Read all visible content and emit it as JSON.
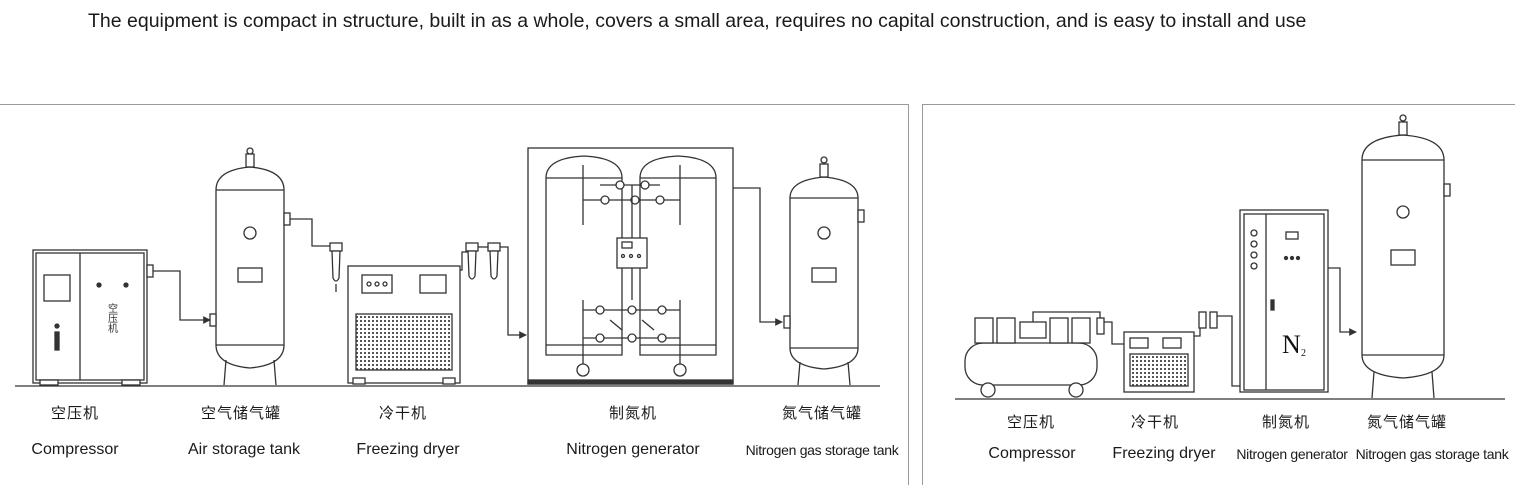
{
  "headline": "The equipment is compact in structure, built in as a whole, covers a small  area, requires no capital construction, and is easy to install and use",
  "left_panel": {
    "labels": [
      {
        "cn": "空压机",
        "en": "Compressor"
      },
      {
        "cn": "空气储气罐",
        "en": "Air storage tank"
      },
      {
        "cn": "冷干机",
        "en": "Freezing dryer"
      },
      {
        "cn": "制氮机",
        "en": "Nitrogen generator"
      },
      {
        "cn": "氮气储气罐",
        "en": "Nitrogen gas storage tank"
      }
    ],
    "compressor_text": "空压机"
  },
  "right_panel": {
    "labels": [
      {
        "cn": "空压机",
        "en": "Compressor"
      },
      {
        "cn": "冷干机",
        "en": "Freezing dryer"
      },
      {
        "cn": "制氮机",
        "en": "Nitrogen generator"
      },
      {
        "cn": "氮气储气罐",
        "en": "Nitrogen gas storage tank"
      }
    ],
    "generator_mark": "N",
    "generator_mark_sub": "2"
  },
  "colors": {
    "line": "#333333",
    "fill": "#ffffff",
    "grille": "#555555"
  }
}
